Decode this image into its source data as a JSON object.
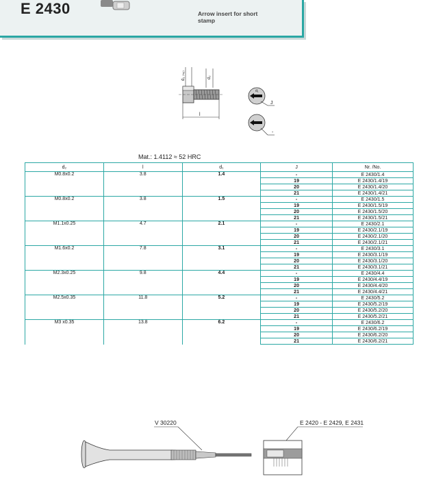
{
  "header": {
    "code": "E 2430",
    "subtitle": "Arrow insert for short stamp"
  },
  "drawing": {
    "label_d1": "d₁ ₍ₕ₆₎",
    "label_d2": "d₂",
    "label_l": "l",
    "label_j": "J",
    "label_dash": "-"
  },
  "material": "Mat.: 1.4112  ≈ 52 HRC",
  "table": {
    "headers": {
      "d2": "d₂",
      "l": "l",
      "d1": "d₁",
      "j": "J",
      "nr": "Nr. /No."
    },
    "rows": [
      {
        "d2": "M0.8x0.2",
        "l": "3.8",
        "d1": "1.4",
        "items": [
          [
            "-",
            "E 2430/1.4"
          ],
          [
            "19",
            "E 2430/1.4/19"
          ],
          [
            "20",
            "E 2430/1.4/20"
          ],
          [
            "21",
            "E 2430/1.4/21"
          ]
        ]
      },
      {
        "d2": "M0.8x0.2",
        "l": "3.8",
        "d1": "1.5",
        "items": [
          [
            "-",
            "E 2430/1.5"
          ],
          [
            "19",
            "E 2430/1.5/19"
          ],
          [
            "20",
            "E 2430/1.5/20"
          ],
          [
            "21",
            "E 2430/1.5/21"
          ]
        ]
      },
      {
        "d2": "M1.1x0.25",
        "l": "4.7",
        "d1": "2.1",
        "items": [
          [
            "-",
            "E 2430/2.1"
          ],
          [
            "19",
            "E 2430/2.1/19"
          ],
          [
            "20",
            "E 2430/2.1/20"
          ],
          [
            "21",
            "E 2430/2.1/21"
          ]
        ]
      },
      {
        "d2": "M1.6x0.2",
        "l": "7.8",
        "d1": "3.1",
        "items": [
          [
            "-",
            "E 2430/3.1"
          ],
          [
            "19",
            "E 2430/3.1/19"
          ],
          [
            "20",
            "E 2430/3.1/20"
          ],
          [
            "21",
            "E 2430/3.1/21"
          ]
        ]
      },
      {
        "d2": "M2.3x0.25",
        "l": "9.8",
        "d1": "4.4",
        "items": [
          [
            "-",
            "E 2430/4.4"
          ],
          [
            "19",
            "E 2430/4.4/19"
          ],
          [
            "20",
            "E 2430/4.4/20"
          ],
          [
            "21",
            "E 2430/4.4/21"
          ]
        ]
      },
      {
        "d2": "M2.5x0.35",
        "l": "11.8",
        "d1": "5.2",
        "items": [
          [
            "-",
            "E 2430/5.2"
          ],
          [
            "19",
            "E 2430/5.2/19"
          ],
          [
            "20",
            "E 2430/5.2/20"
          ],
          [
            "21",
            "E 2430/5.2/21"
          ]
        ]
      },
      {
        "d2": "M3  x0.35",
        "l": "13.8",
        "d1": "6.2",
        "items": [
          [
            "-",
            "E 2430/6.2"
          ],
          [
            "19",
            "E 2430/6.2/19"
          ],
          [
            "20",
            "E 2430/6.2/20"
          ],
          [
            "21",
            "E 2430/6.2/21"
          ]
        ]
      }
    ]
  },
  "assembly": {
    "ref_tool": "V 30220",
    "ref_parts": "E 2420 - E 2429, E 2431"
  },
  "colors": {
    "accent": "#2aa7a4",
    "band": "#ecf2f2"
  }
}
